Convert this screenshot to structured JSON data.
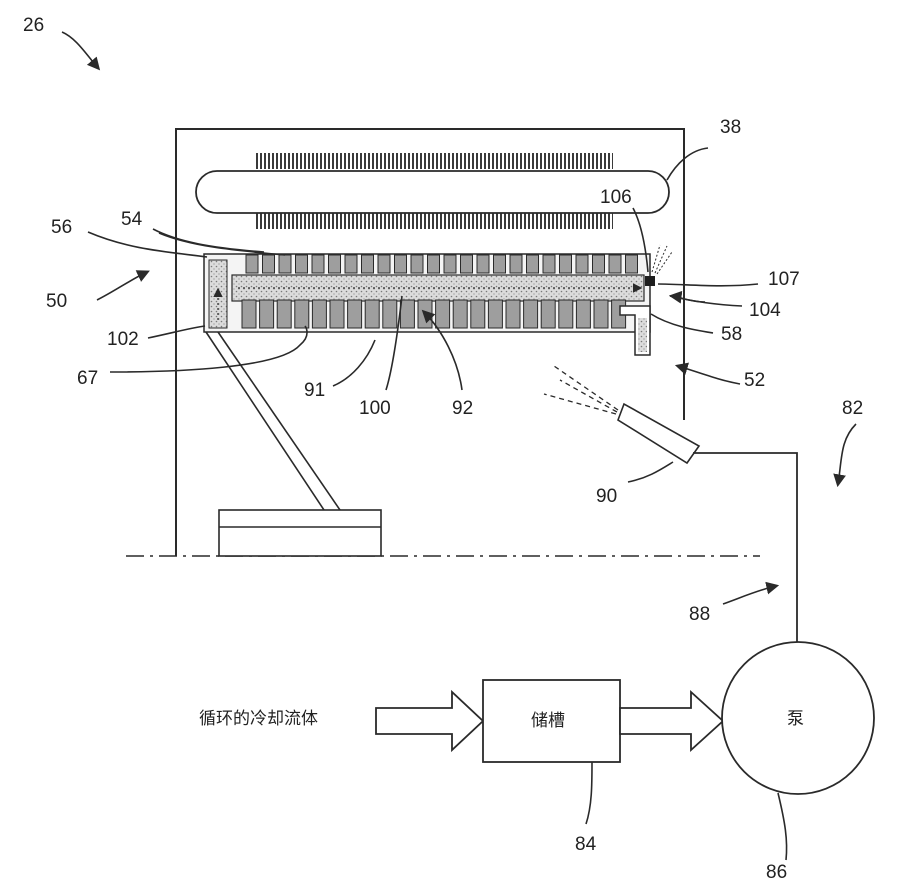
{
  "labels": {
    "r26": "26",
    "r38": "38",
    "r106": "106",
    "r54": "54",
    "r56": "56",
    "r50": "50",
    "r107": "107",
    "r104": "104",
    "r102": "102",
    "r58": "58",
    "r67": "67",
    "r52": "52",
    "r91": "91",
    "r100": "100",
    "r92": "92",
    "r82": "82",
    "r90": "90",
    "r88": "88",
    "r84": "84",
    "r86": "86"
  },
  "blocks": {
    "coolant_input": "循环的冷却流体",
    "reservoir": "储槽",
    "pump": "泵"
  },
  "colors": {
    "line": "#2a2a2a",
    "fill_gray": "#9e9e9e",
    "fill_light": "#e6e6e6",
    "fill_white": "#ffffff"
  }
}
